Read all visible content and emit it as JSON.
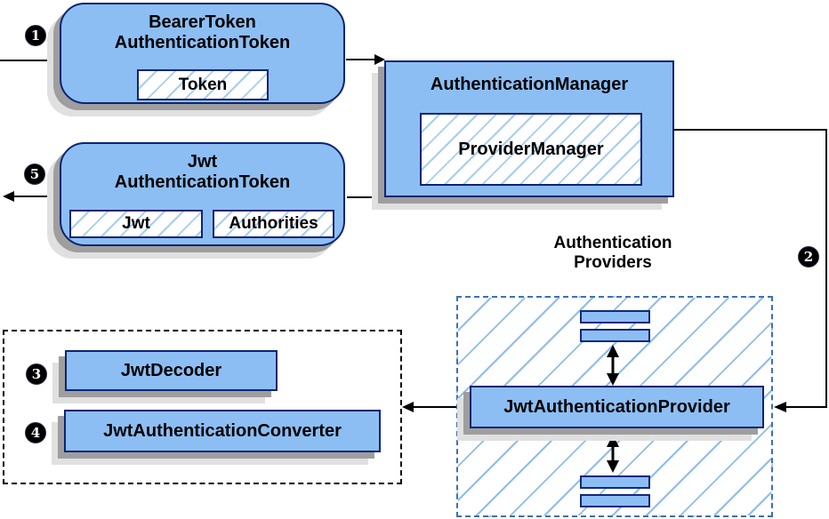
{
  "colors": {
    "node_fill": "#8cbef4",
    "node_border": "#0d2473",
    "hatch_line": "#a8cdf0",
    "providers_dash": "#3e6fb5",
    "converters_dash": "#000000",
    "shadow_dark": "#9e9e9e",
    "shadow_light": "#e0e0e0",
    "connector": "#000000",
    "badge_bg": "#000000",
    "badge_text": "#ffffff"
  },
  "steps": {
    "one": "1",
    "two": "2",
    "three": "3",
    "four": "4",
    "five": "5"
  },
  "nodes": {
    "bearer": {
      "line1": "BearerToken",
      "line2": "AuthenticationToken",
      "field": "Token"
    },
    "manager": {
      "title": "AuthenticationManager",
      "field": "ProviderManager"
    },
    "jwt": {
      "line1": "Jwt",
      "line2": "AuthenticationToken",
      "field1": "Jwt",
      "field2": "Authorities"
    },
    "provider": {
      "label": "JwtAuthenticationProvider"
    },
    "decoder": {
      "label": "JwtDecoder"
    },
    "converter": {
      "label": "JwtAuthenticationConverter"
    }
  },
  "groups": {
    "providers": {
      "title_line1": "Authentication",
      "title_line2": "Providers"
    }
  }
}
